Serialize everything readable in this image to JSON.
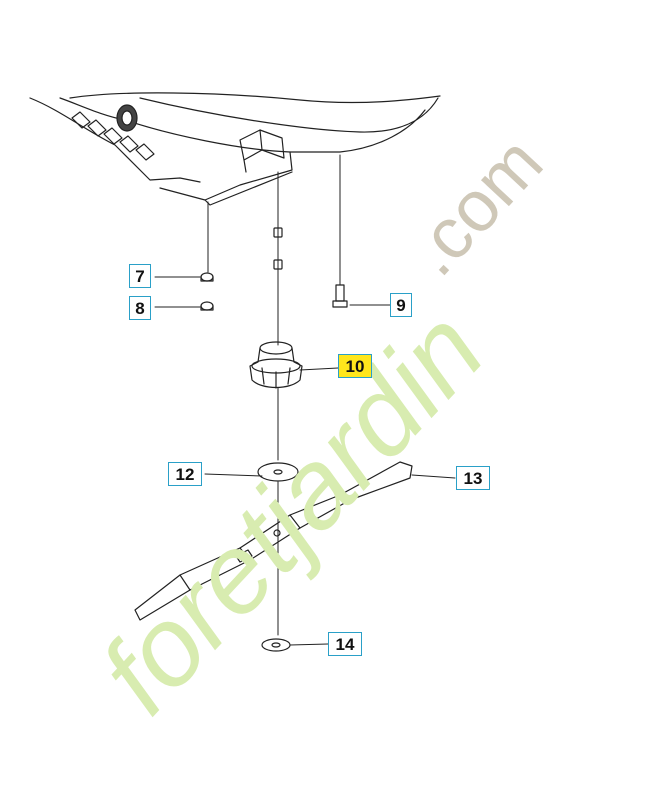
{
  "diagram": {
    "callouts": [
      {
        "id": "7",
        "label": "7",
        "highlighted": false
      },
      {
        "id": "8",
        "label": "8",
        "highlighted": false
      },
      {
        "id": "9",
        "label": "9",
        "highlighted": false
      },
      {
        "id": "10",
        "label": "10",
        "highlighted": true
      },
      {
        "id": "12",
        "label": "12",
        "highlighted": false
      },
      {
        "id": "13",
        "label": "13",
        "highlighted": false
      },
      {
        "id": "14",
        "label": "14",
        "highlighted": false
      }
    ],
    "watermark": {
      "text_part1": "foretjardin",
      "text_part2": ".com",
      "color_part1": "#d8ecb0",
      "color_part2": "#cfc8b8"
    },
    "colors": {
      "callout_border": "#2aa0c8",
      "highlight": "#ffe61c",
      "line": "#222222"
    }
  }
}
